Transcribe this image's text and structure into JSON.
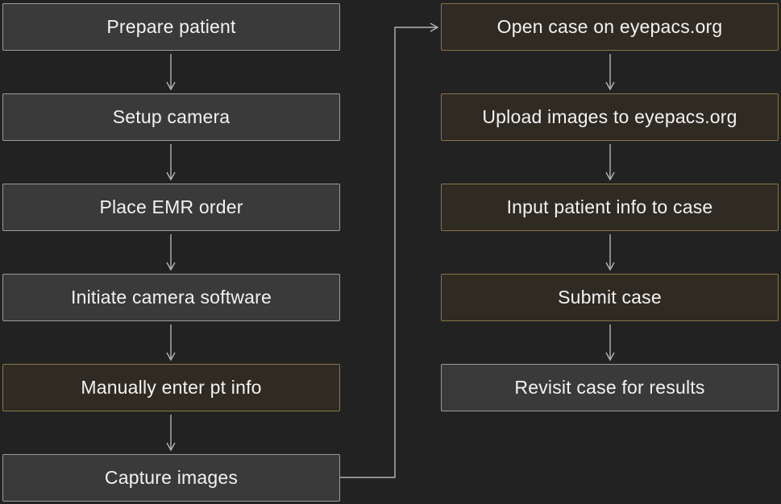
{
  "steps": {
    "prepare_patient": "Prepare patient",
    "setup_camera": "Setup camera",
    "place_emr_order": "Place EMR order",
    "initiate_camera_software": "Initiate camera software",
    "manually_enter_pt_info": "Manually enter pt info",
    "capture_images": "Capture images",
    "open_case": "Open case on eyepacs.org",
    "upload_images": "Upload images to eyepacs.org",
    "input_patient_info": "Input patient info to case",
    "submit_case": "Submit case",
    "revisit_case": "Revisit case for results"
  },
  "colors": {
    "background": "#222222",
    "default_fill": "#3a3a3a",
    "default_border": "#9a9a9a",
    "highlight_fill": "#302b22",
    "highlight_border": "#8a7448",
    "text": "#f2f2f2",
    "arrow": "#b5b5b5"
  },
  "flow": [
    [
      "prepare_patient",
      "setup_camera"
    ],
    [
      "setup_camera",
      "place_emr_order"
    ],
    [
      "place_emr_order",
      "initiate_camera_software"
    ],
    [
      "initiate_camera_software",
      "manually_enter_pt_info"
    ],
    [
      "manually_enter_pt_info",
      "capture_images"
    ],
    [
      "capture_images",
      "open_case"
    ],
    [
      "open_case",
      "upload_images"
    ],
    [
      "upload_images",
      "input_patient_info"
    ],
    [
      "input_patient_info",
      "submit_case"
    ],
    [
      "submit_case",
      "revisit_case"
    ]
  ]
}
